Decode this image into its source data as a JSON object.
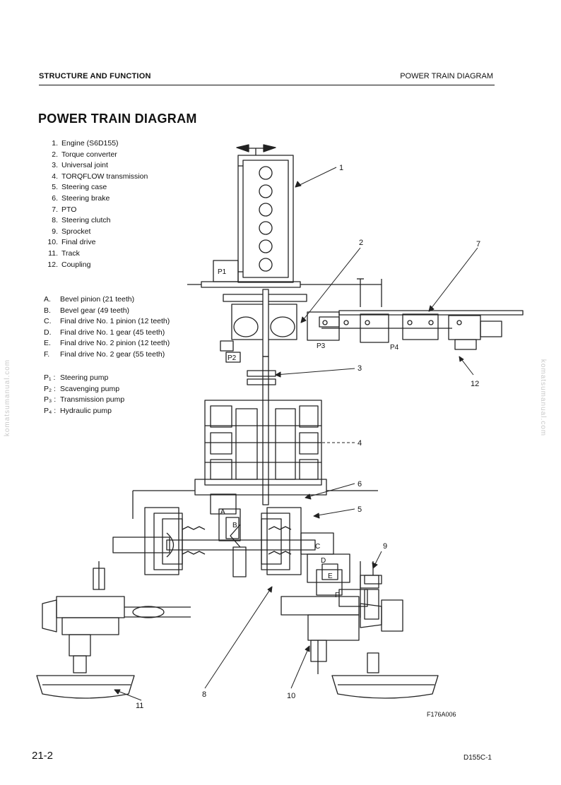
{
  "header": {
    "section": "STRUCTURE AND FUNCTION",
    "topic": "POWER TRAIN DIAGRAM"
  },
  "title": "POWER TRAIN DIAGRAM",
  "components": [
    {
      "key": "1.",
      "label": "Engine (S6D155)"
    },
    {
      "key": "2.",
      "label": "Torque converter"
    },
    {
      "key": "3.",
      "label": "Universal joint"
    },
    {
      "key": "4.",
      "label": "TORQFLOW transmission"
    },
    {
      "key": "5.",
      "label": "Steering case"
    },
    {
      "key": "6.",
      "label": "Steering brake"
    },
    {
      "key": "7.",
      "label": "PTO"
    },
    {
      "key": "8.",
      "label": "Steering clutch"
    },
    {
      "key": "9.",
      "label": "Sprocket"
    },
    {
      "key": "10.",
      "label": "Final drive"
    },
    {
      "key": "11.",
      "label": "Track"
    },
    {
      "key": "12.",
      "label": "Coupling"
    }
  ],
  "gears": [
    {
      "key": "A.",
      "label": "Bevel pinion (21 teeth)"
    },
    {
      "key": "B.",
      "label": "Bevel gear (49 teeth)"
    },
    {
      "key": "C.",
      "label": "Final drive No. 1 pinion (12 teeth)"
    },
    {
      "key": "D.",
      "label": "Final drive No. 1 gear (45 teeth)"
    },
    {
      "key": "E.",
      "label": "Final drive No. 2 pinion (12 teeth)"
    },
    {
      "key": "F.",
      "label": "Final drive No. 2 gear (55 teeth)"
    }
  ],
  "pumps": [
    {
      "key": "P₁ :",
      "label": "Steering pump"
    },
    {
      "key": "P₂ :",
      "label": "Scavenging pump"
    },
    {
      "key": "P₃ :",
      "label": "Transmission pump"
    },
    {
      "key": "P₄ :",
      "label": "Hydraulic pump"
    }
  ],
  "diagram": {
    "callouts": [
      "1",
      "2",
      "3",
      "4",
      "5",
      "6",
      "7",
      "8",
      "9",
      "10",
      "11",
      "12"
    ],
    "pump_tags": [
      "P1",
      "P2",
      "P3",
      "P4"
    ],
    "gear_tags": [
      "A",
      "B",
      "C",
      "D",
      "E",
      "F"
    ],
    "figure_id": "F176A006"
  },
  "footer": {
    "page": "21-2",
    "model": "D155C-1"
  },
  "watermark": "komatsumanual.com"
}
